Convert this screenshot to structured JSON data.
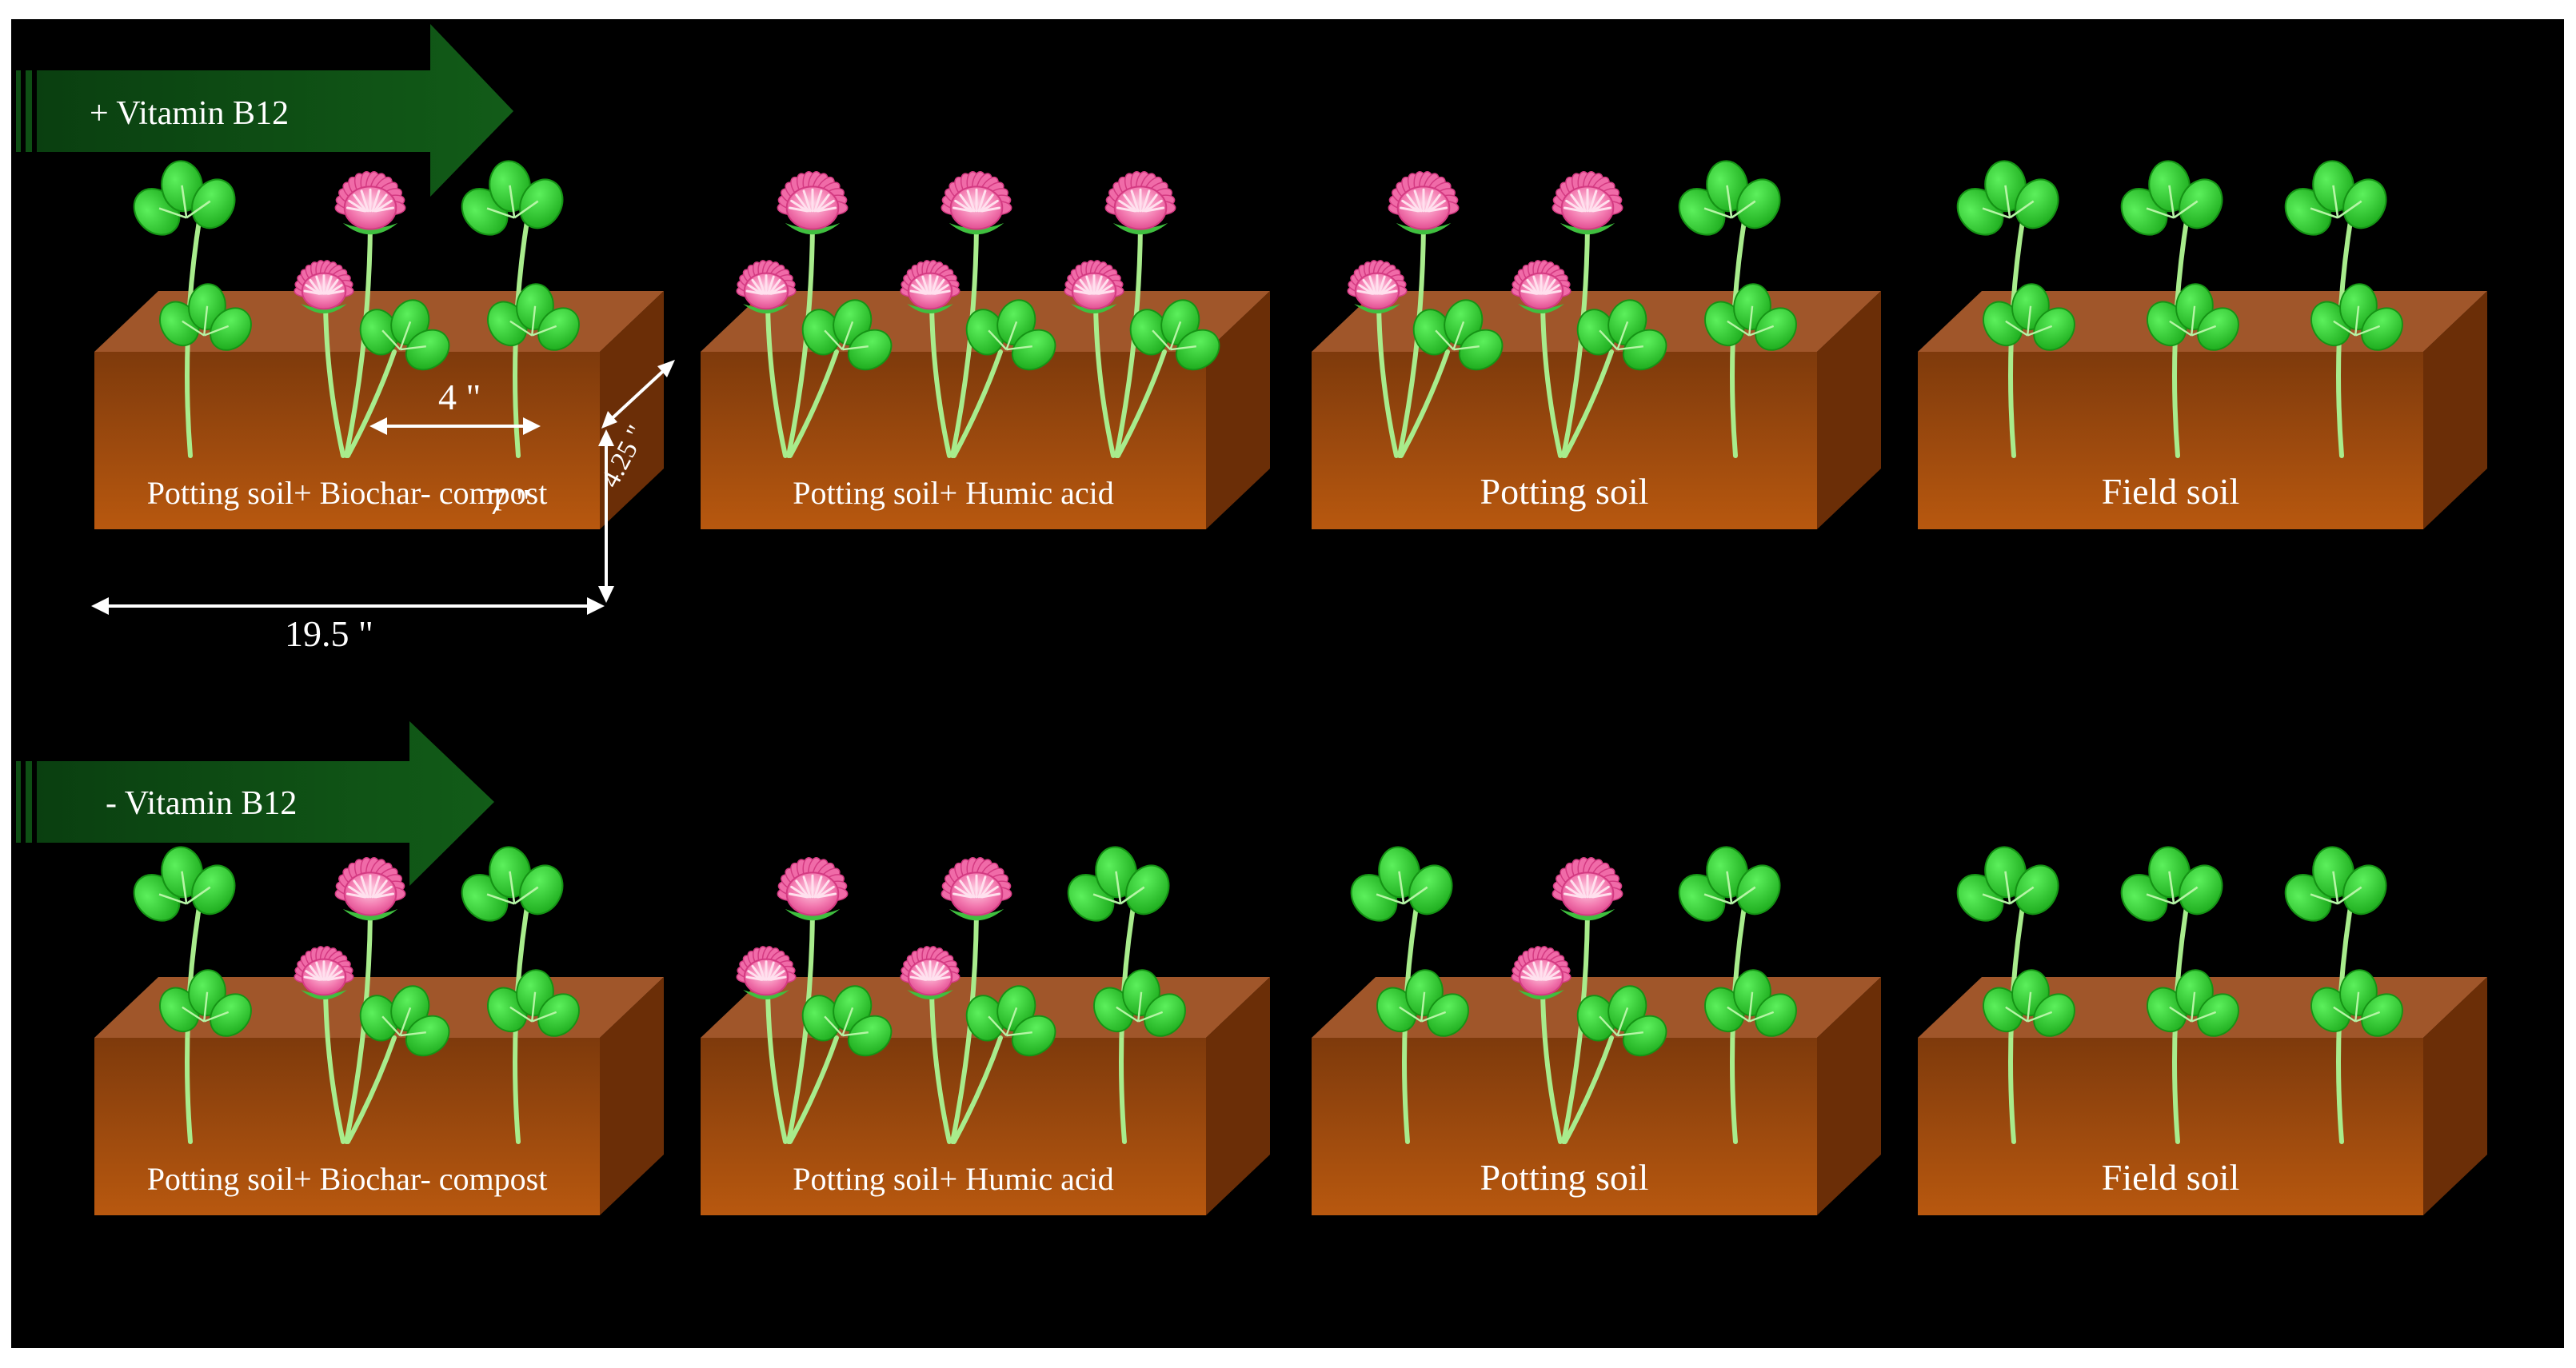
{
  "rows": [
    {
      "arrow_label": "+ Vitamin B12",
      "boxes": [
        {
          "label": "Potting soil+ Biochar- compost",
          "plants": [
            "leaf",
            "flower",
            "leaf"
          ]
        },
        {
          "label": "Potting soil+ Humic acid",
          "plants": [
            "flower",
            "flower",
            "flower"
          ]
        },
        {
          "label": "Potting soil",
          "plants": [
            "flower",
            "flower",
            "leaf"
          ]
        },
        {
          "label": "Field soil",
          "plants": [
            "leaf",
            "leaf",
            "leaf"
          ]
        }
      ]
    },
    {
      "arrow_label": "- Vitamin B12",
      "boxes": [
        {
          "label": "Potting soil+ Biochar- compost",
          "plants": [
            "leaf",
            "flower",
            "leaf"
          ]
        },
        {
          "label": "Potting soil+ Humic acid",
          "plants": [
            "flower",
            "flower",
            "leaf"
          ]
        },
        {
          "label": "Potting soil",
          "plants": [
            "leaf",
            "flower",
            "leaf"
          ]
        },
        {
          "label": "Field soil",
          "plants": [
            "leaf",
            "leaf",
            "leaf"
          ]
        }
      ]
    }
  ],
  "dimensions": {
    "spacing": "4 \"",
    "depth": "4.25 \"",
    "height": "7 \"",
    "length": "19.5 \""
  },
  "colors": {
    "background": "#000000",
    "arrow": "#0e4f14",
    "soil_front_top": "#8a3f0e",
    "soil_front_bottom": "#b8580f",
    "soil_top": "#a0562a",
    "soil_side": "#6b2e07",
    "leaf": "#2fd02f",
    "leaf_dark": "#159315",
    "stem": "#a8ec8c",
    "flower": "#f06ba8",
    "flower_dark": "#d43a82"
  }
}
